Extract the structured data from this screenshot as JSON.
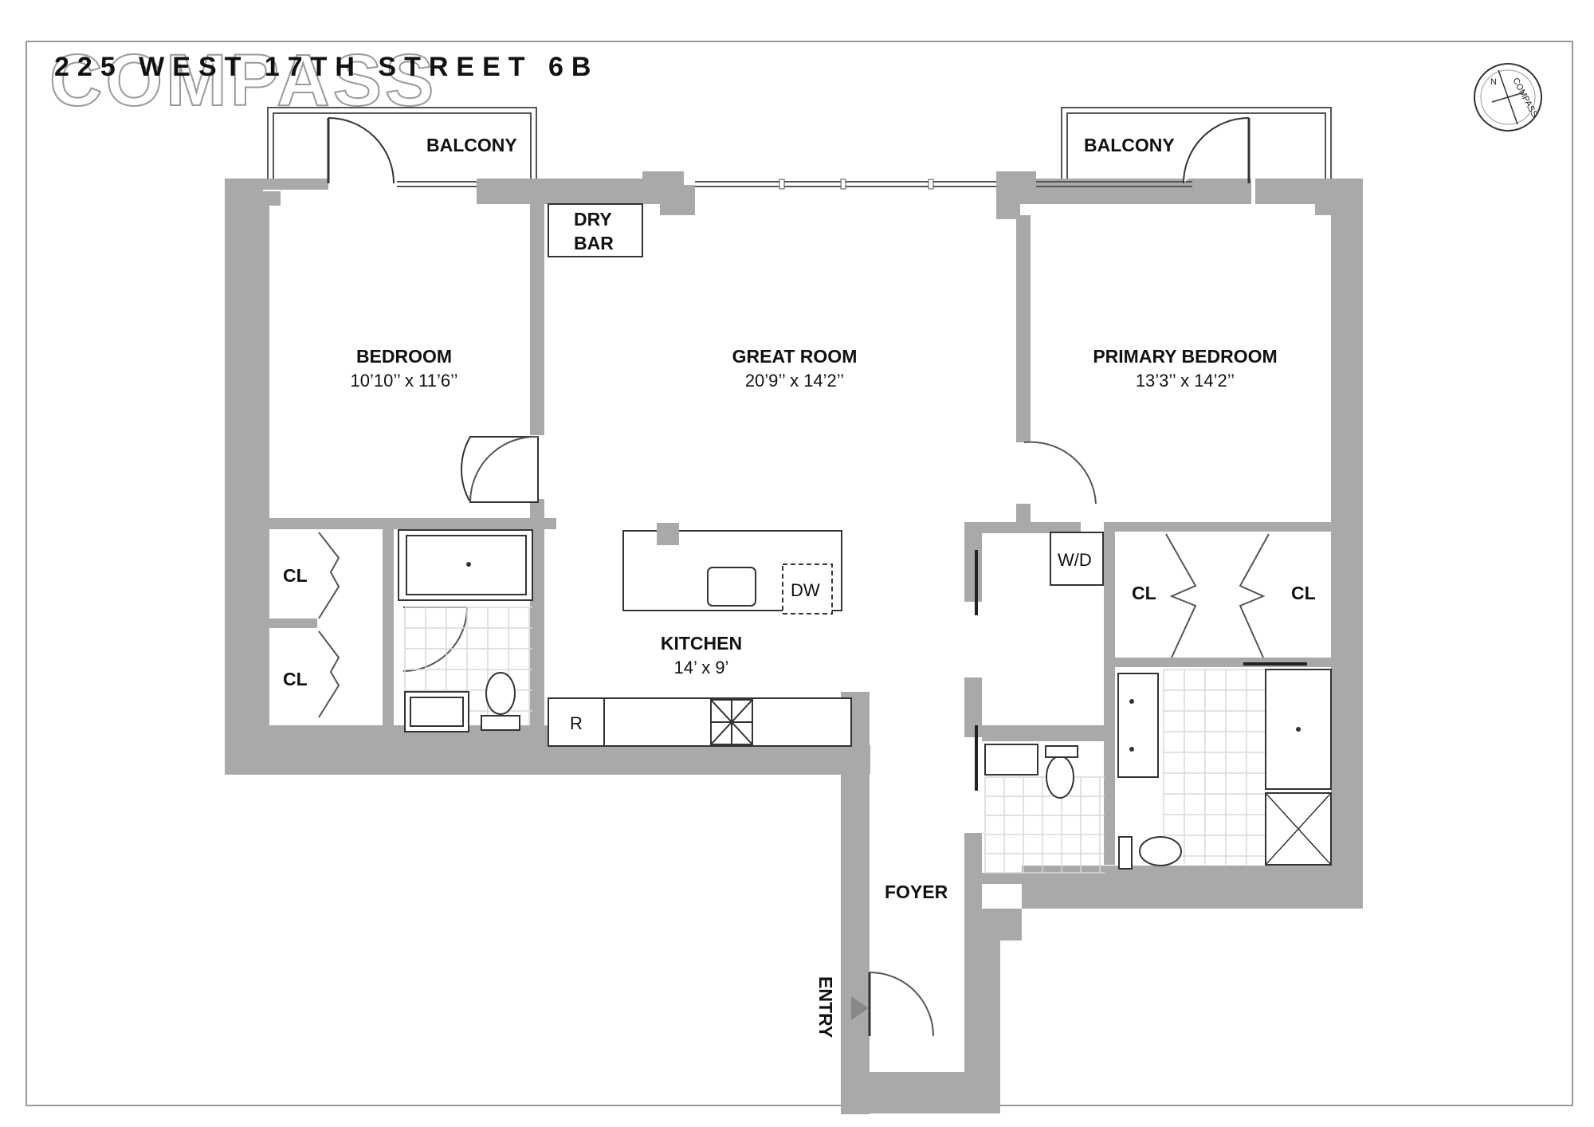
{
  "header": {
    "address": "225 WEST 17TH STREET 6B",
    "watermark": "COMPASS"
  },
  "compass": {
    "north_letter": "N",
    "ring_text": "COMPASS",
    "north_color": "#d62020"
  },
  "rooms": {
    "bedroom": {
      "name": "BEDROOM",
      "dimensions": "10’10’’ x 11’6’’"
    },
    "great_room": {
      "name": "GREAT ROOM",
      "dimensions": "20’9’’ x 14’2’’"
    },
    "primary_bedroom": {
      "name": "PRIMARY BEDROOM",
      "dimensions": "13’3’’ x 14’2’’"
    },
    "kitchen": {
      "name": "KITCHEN",
      "dimensions": "14’ x 9’"
    },
    "foyer": {
      "name": "FOYER"
    },
    "entry": {
      "name": "ENTRY"
    },
    "balcony_left": {
      "name": "BALCONY"
    },
    "balcony_right": {
      "name": "BALCONY"
    }
  },
  "fixtures": {
    "dry_bar_line1": "DRY",
    "dry_bar_line2": "BAR",
    "closet": "CL",
    "washer_dryer": "W/D",
    "dishwasher": "DW",
    "refrigerator": "R"
  },
  "colors": {
    "wall": "#a9a9a9",
    "background": "#ffffff"
  }
}
